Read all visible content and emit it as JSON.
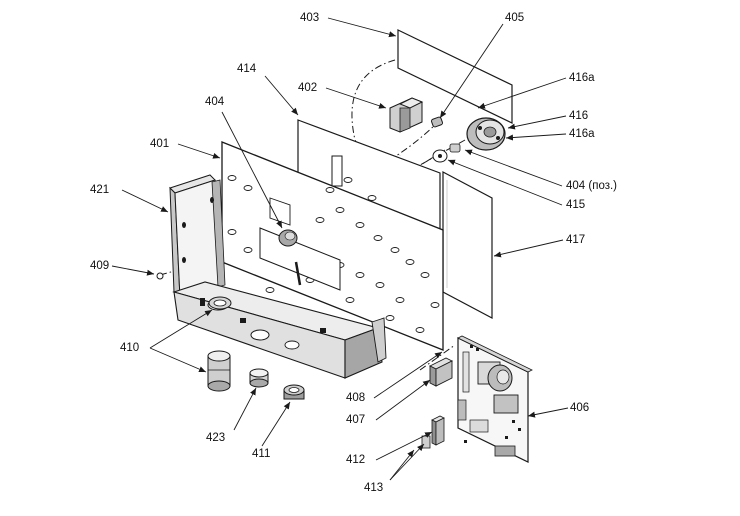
{
  "callouts": {
    "c401": "401",
    "c402": "402",
    "c403": "403",
    "c404": "404",
    "c404b": "404 (поз.)",
    "c405": "405",
    "c406": "406",
    "c407": "407",
    "c408": "408",
    "c409": "409",
    "c410": "410",
    "c411": "411",
    "c412": "412",
    "c413": "413",
    "c414": "414",
    "c415": "415",
    "c416": "416",
    "c416a_top": "416a",
    "c416a_bottom": "416a",
    "c417": "417",
    "c421": "421",
    "c423": "423"
  },
  "colors": {
    "line": "#1a1a1a",
    "panel_fill": "#ffffff",
    "shade_light": "#e6e6e6",
    "shade_mid": "#c8c8c8",
    "shade_dark": "#8a8a8a"
  }
}
